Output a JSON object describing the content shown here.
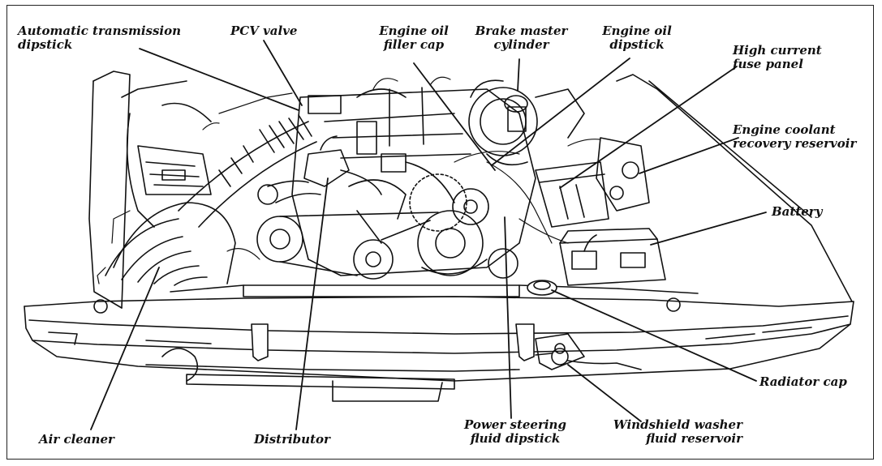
{
  "colors": {
    "ink": "#111111",
    "paper": "#ffffff",
    "shade": "#d8d8d8"
  },
  "labels": {
    "automatic_transmission_dipstick": "Automatic transmission\ndipstick",
    "pcv_valve": "PCV valve",
    "engine_oil_filler_cap": "Engine oil\nfiller cap",
    "brake_master_cylinder": "Brake master\ncylinder",
    "engine_oil_dipstick": "Engine oil\ndipstick",
    "high_current_fuse_panel": "High current\nfuse panel",
    "engine_coolant_recovery_reservoir": "Engine coolant\nrecovery reservoir",
    "battery": "Battery",
    "radiator_cap": "Radiator cap",
    "windshield_washer_fluid_reservoir": "Windshield washer\nfluid reservoir",
    "power_steering_fluid_dipstick": "Power steering\nfluid dipstick",
    "distributor": "Distributor",
    "air_cleaner": "Air cleaner"
  }
}
